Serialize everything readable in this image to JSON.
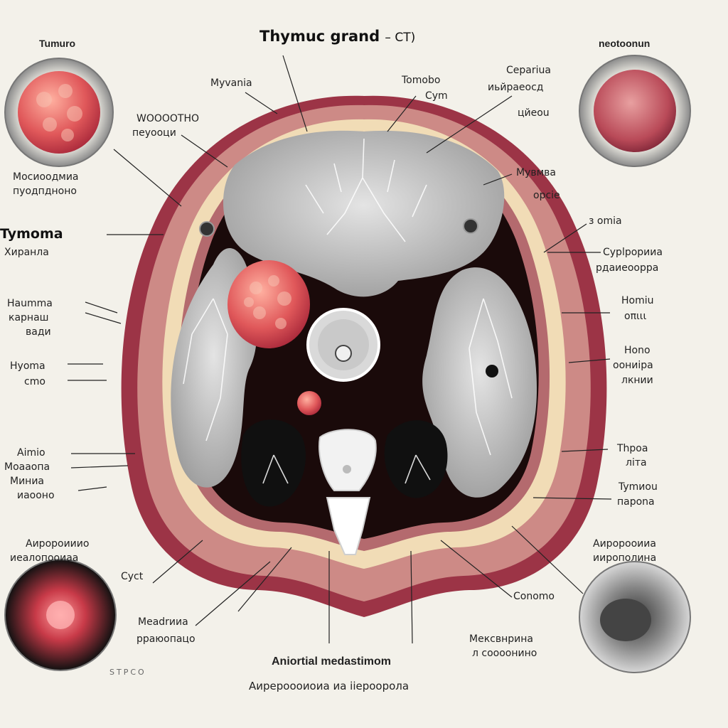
{
  "labels": {
    "title_main": "Thymuc grand",
    "title_suffix": "– CT)",
    "top_left_circle": "Tumuro",
    "top_right_circle": "neotoonun",
    "myvama": "Myvania",
    "tomobo": "Tomobo",
    "cym": "Cym",
    "cepariua": "Cepariua",
    "ibeneso": "иьйраеосд",
    "yibou": "цйеоu",
    "wooo_1": "WOOOOTHO",
    "wooo_2": "пеуооци",
    "mocuoo_1": "Мосиоодмиа",
    "mocuoo_2": "пуодпдноно",
    "tymoma": "Tymoma",
    "xnpaiua": "Хиранла",
    "myomba": "Мувмва",
    "opcie": "орсie",
    "onma": "з omia",
    "cyyp_1": "Сурlрорииа",
    "cyyp_2": "рдаиеоорра",
    "hamuma_1": "Haumma",
    "hamuma_2": "карнаш",
    "hamuma_3": "вади",
    "homiu_1": "Homiu",
    "homiu_2": "οπιιι",
    "hyoma_1": "Hyoma",
    "hyoma_2": "cmo",
    "homo_1": "Hono",
    "homo_2": "оониipa",
    "homo_3": "лкнии",
    "aiumo_1": "Аimio",
    "aiumo_2": "Моааопа",
    "aiumo_3": "Mиниа",
    "aiumo_4": "иаооно",
    "thpoa_1": "Thpoa",
    "thpoa_2": "літа",
    "tymou_1": "Tymиоu",
    "tymou_2": "пароnа",
    "aiporo_l_1": "Аиророииио",
    "aiporo_l_2": "иеалопооиаа",
    "aiporo_r_1": "Аиророоииа",
    "aiporo_r_2": "иирополина",
    "cyct": "Cyct",
    "conomo": "Conomo",
    "meadrpua_1": "Мeadrииа",
    "meadrpua_2": "рраюопацо",
    "mekob_1": "Мексвнрина",
    "mekob_2": "л соооонино",
    "bottom_title": "Aniortial medastimom",
    "bottom_sub": "Аирероооиоиа иа ііероорола",
    "signature": "STPCO"
  },
  "colors": {
    "background": "#f3f1ea",
    "skin": "#9c3446",
    "muscle": "#cd8a86",
    "fat": "#f1dcb6",
    "lung": "#bfbfbf",
    "mediastinum": "#1a0a0a",
    "tumor": "#e0585a"
  }
}
